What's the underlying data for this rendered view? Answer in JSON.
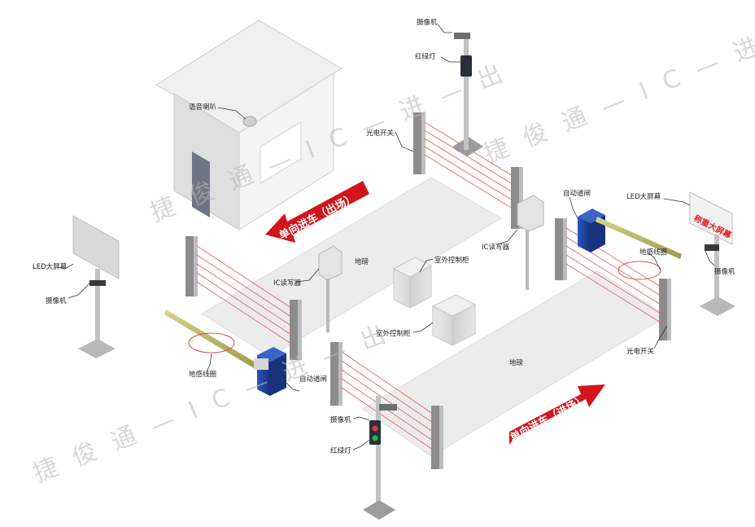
{
  "labels": {
    "camera_top": "摄像机",
    "traffic_light_top": "红绿灯",
    "voice_speaker": "语音喇叭",
    "photo_switch_top": "光电开关",
    "auto_gate_right": "自动道闸",
    "led_screen_right": "LED大屏幕",
    "ic_reader_right": "IC读写器",
    "loop_coil_right": "地感线圈",
    "camera_right": "摄像机",
    "led_screen_left": "LED大屏幕",
    "camera_left": "摄像机",
    "ic_reader_left": "IC读写器",
    "weighbridge_top": "地磅",
    "outdoor_cabinet_top": "室外控制柜",
    "outdoor_cabinet_bottom": "室外控制柜",
    "loop_coil_left": "地感线圈",
    "auto_gate_left": "自动道闸",
    "weighbridge_bottom": "地磅",
    "photo_switch_right": "光电开关",
    "camera_bottom": "摄像机",
    "traffic_light_bottom": "红绿灯"
  },
  "arrows": {
    "exit": "单向进车（出场）",
    "entry": "单向进车（进场）"
  },
  "screen_text": "称重大屏幕",
  "watermark": {
    "upper": "捷 俊 通 — I C — 进 — 出",
    "lower": "捷 俊 通 — I C — 进 — 出",
    "mid": "捷 俊 通 — I C — 进 — 出"
  },
  "colors": {
    "arrow_red": "#d3141c",
    "gate_blue": "#1f3f9a",
    "beam_red": "#e85a5a",
    "pole_grey": "#b7b7b7",
    "platform_grey": "#e9e9e9"
  }
}
